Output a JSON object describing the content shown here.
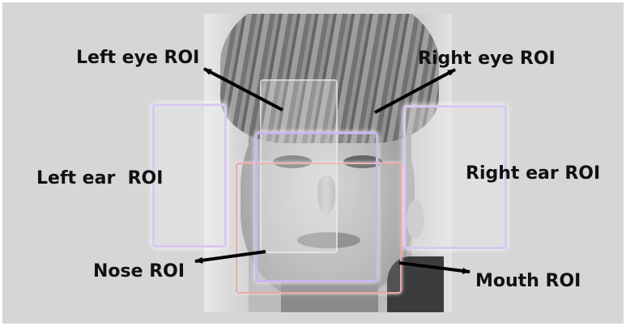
{
  "labels": {
    "left_eye": "Left eye ROI",
    "right_eye": "Right eye ROI",
    "left_ear": "Left ear  ROI",
    "right_ear": "Right ear ROI",
    "nose": "Nose ROI",
    "mouth": "Mouth ROI"
  },
  "colors": {
    "background": "#d6d6d6",
    "roi_border": "#d8c8f2",
    "mouth_roi_border": "#e8a9a9",
    "arrow": "#000000"
  }
}
